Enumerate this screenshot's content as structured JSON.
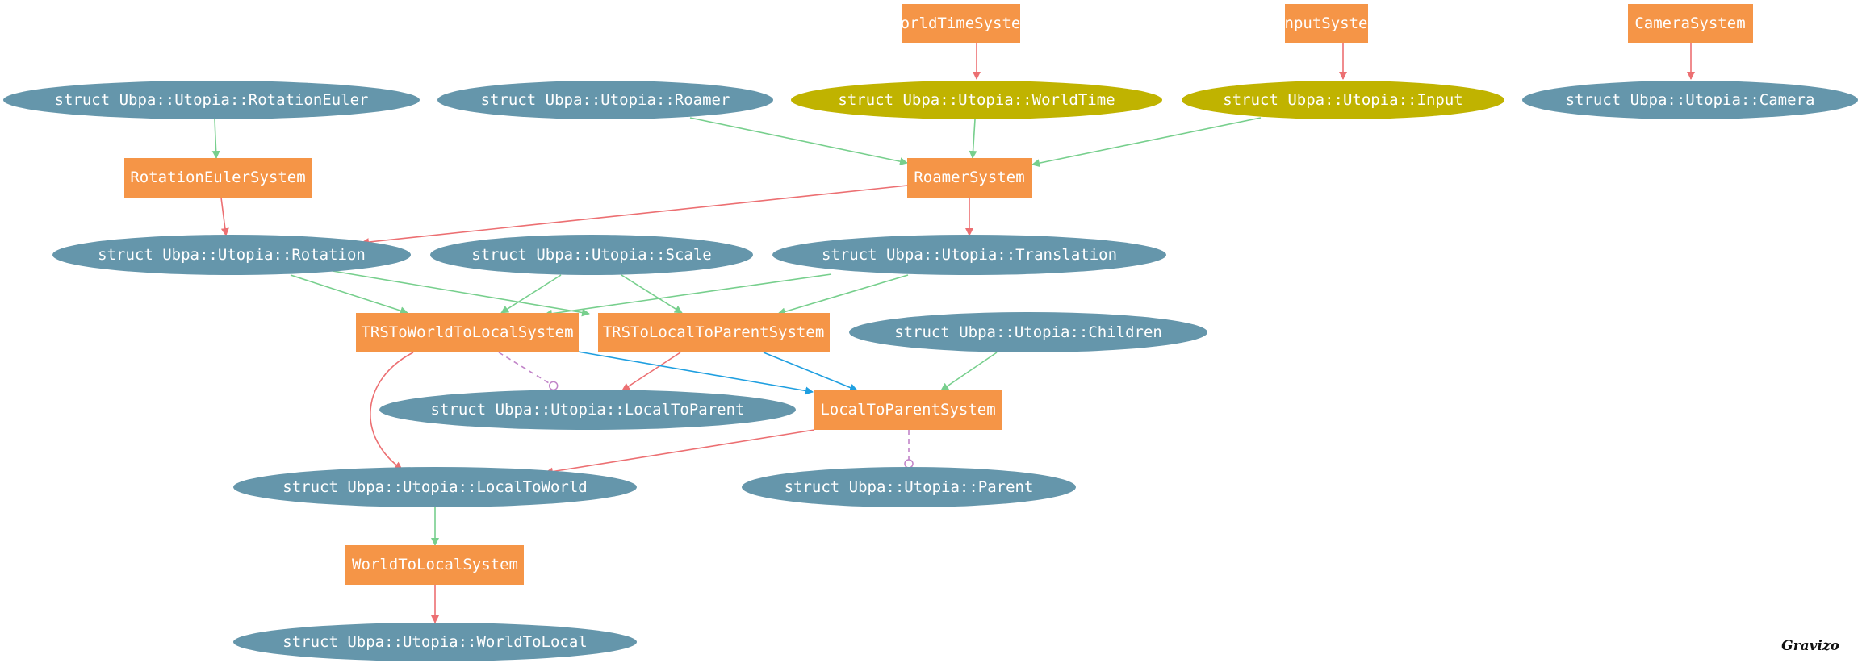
{
  "colors": {
    "system": "#f59547",
    "component": "#6596ab",
    "singleton": "#c0b300",
    "read": "#77cf8d",
    "write": "#ec6f72",
    "order": "#1f9fe0",
    "exclude": "#c184c8"
  },
  "nodes": {
    "worldtime_system": "WorldTimeSystem",
    "input_system": "InputSystem",
    "camera_system": "CameraSystem",
    "rotation_euler": "struct Ubpa::Utopia::RotationEuler",
    "roamer": "struct Ubpa::Utopia::Roamer",
    "worldtime": "struct Ubpa::Utopia::WorldTime",
    "input": "struct Ubpa::Utopia::Input",
    "camera": "struct Ubpa::Utopia::Camera",
    "rotation_euler_system": "RotationEulerSystem",
    "roamer_system": "RoamerSystem",
    "rotation": "struct Ubpa::Utopia::Rotation",
    "scale": "struct Ubpa::Utopia::Scale",
    "translation": "struct Ubpa::Utopia::Translation",
    "trs_to_world_to_local_system": "TRSToWorldToLocalSystem",
    "trs_to_local_to_parent_system": "TRSToLocalToParentSystem",
    "children": "struct Ubpa::Utopia::Children",
    "local_to_parent": "struct Ubpa::Utopia::LocalToParent",
    "local_to_parent_system": "LocalToParentSystem",
    "local_to_world": "struct Ubpa::Utopia::LocalToWorld",
    "parent": "struct Ubpa::Utopia::Parent",
    "world_to_local_system": "WorldToLocalSystem",
    "world_to_local": "struct Ubpa::Utopia::WorldToLocal"
  },
  "watermark": "Gravizo"
}
